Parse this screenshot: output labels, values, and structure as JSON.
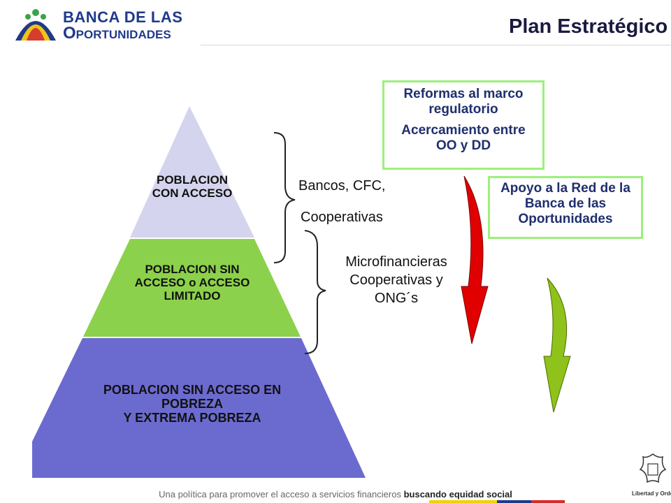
{
  "header": {
    "logo_line1": "BANCA DE LAS",
    "logo_line2": "Oportunidades",
    "title": "Plan Estratégico"
  },
  "pyramid": {
    "top": "POBLACION\nCON ACCESO",
    "middle": "POBLACION SIN\nACCESO o ACCESO\nLIMITADO",
    "bottom": "POBLACION SIN ACCESO EN\nPOBREZA\nY EXTREMA POBREZA"
  },
  "groups": {
    "upper_line1": "Bancos, CFC,",
    "upper_line2": "Cooperativas",
    "lower": "Microfinancieras\nCooperativas y\nONG´s"
  },
  "boxes": {
    "box1_line1": "Reformas al marco regulatorio",
    "box1_line2": "Acercamiento entre OO y DD",
    "box2": "Apoyo a la Red de la Banca de las Oportunidades"
  },
  "footer": {
    "text": "Una política para promover el acceso a servicios financieros",
    "bold": "buscando equidad social"
  },
  "seal": {
    "caption": "Libertad y Orden"
  },
  "colors": {
    "pyramid_top": "#d4d4ee",
    "pyramid_middle": "#8cd14b",
    "pyramid_bottom": "#6b6bcf",
    "box_border": "#9cf07a",
    "arrow_red": "#e00000",
    "arrow_green": "#8fc21a"
  }
}
